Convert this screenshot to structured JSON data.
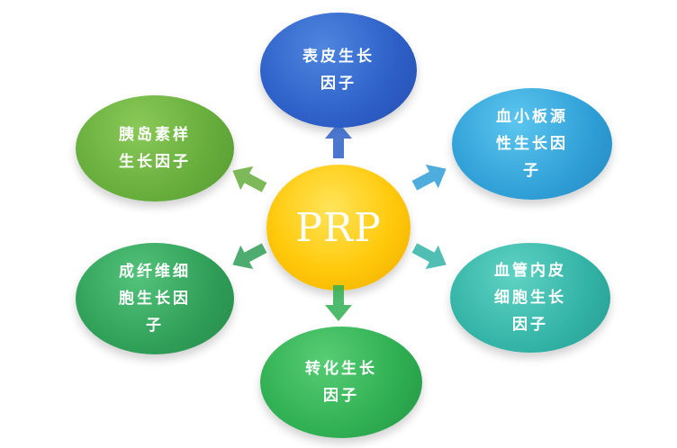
{
  "center": {
    "label": "PRP",
    "color": "#ffc90a"
  },
  "nodes": [
    {
      "id": "top",
      "label": "表皮生长\n因子",
      "color": "#2d5fc7"
    },
    {
      "id": "top-right",
      "label": "血小板源\n性生长因\n子",
      "color": "#2f9fd6"
    },
    {
      "id": "bottom-right",
      "label": "血管内皮\n细胞生长\n因子",
      "color": "#32b3a6"
    },
    {
      "id": "bottom",
      "label": "转化生长\n因子",
      "color": "#2fae52"
    },
    {
      "id": "bottom-left",
      "label": "成纤维细\n胞生长因\n子",
      "color": "#2f9e57"
    },
    {
      "id": "top-left",
      "label": "胰岛素样\n生长因子",
      "color": "#66ad3c"
    }
  ],
  "arrows": [
    {
      "target": "top",
      "color": "#2d5fc7"
    },
    {
      "target": "top-right",
      "color": "#2f9fd6"
    },
    {
      "target": "bottom-right",
      "color": "#32b3a6"
    },
    {
      "target": "bottom",
      "color": "#2fae52"
    },
    {
      "target": "bottom-left",
      "color": "#2f9e57"
    },
    {
      "target": "top-left",
      "color": "#66ad3c"
    }
  ]
}
